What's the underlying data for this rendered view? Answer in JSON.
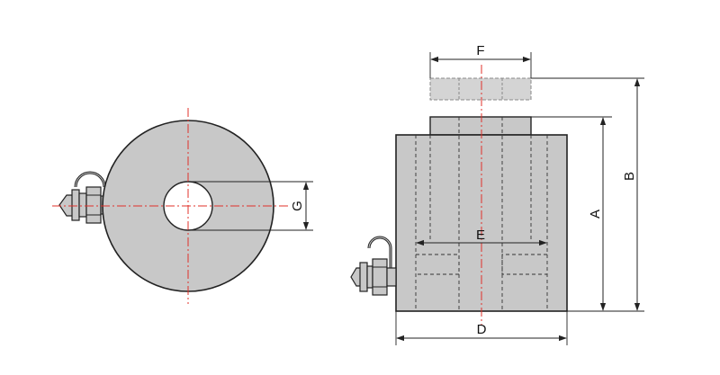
{
  "diagram": {
    "labels": {
      "F": "F",
      "B": "B",
      "A": "A",
      "G": "G",
      "E": "E",
      "D": "D"
    },
    "colors": {
      "body_fill": "#c8c8c8",
      "outline": "#222222",
      "center_line": "#e0302a",
      "hidden_line": "#333333",
      "dimension": "#222222"
    }
  }
}
